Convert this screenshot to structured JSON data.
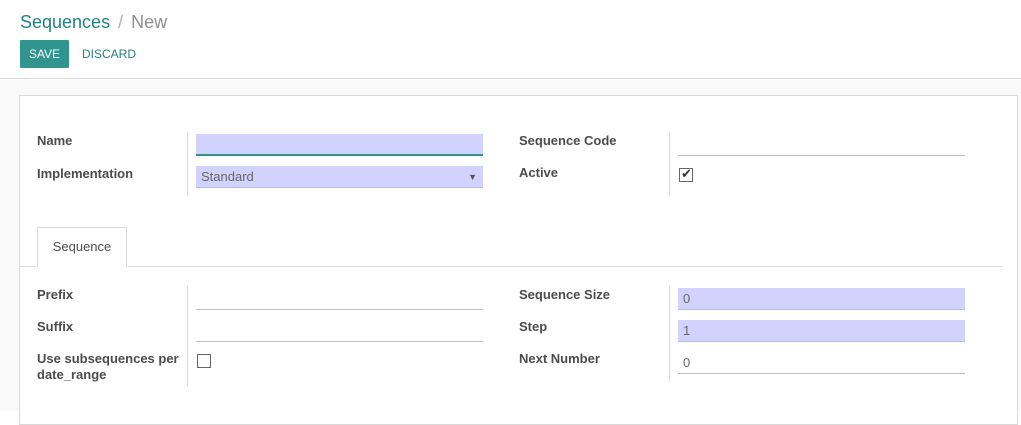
{
  "breadcrumb": {
    "parent": "Sequences",
    "separator": "/",
    "current": "New"
  },
  "toolbar": {
    "save_label": "SAVE",
    "discard_label": "DISCARD"
  },
  "form": {
    "name_label": "Name",
    "name_value": "",
    "implementation_label": "Implementation",
    "implementation_value": "Standard",
    "sequence_code_label": "Sequence Code",
    "sequence_code_value": "",
    "active_label": "Active",
    "active_checked": true
  },
  "tabs": [
    {
      "label": "Sequence"
    }
  ],
  "sequence_tab": {
    "prefix_label": "Prefix",
    "prefix_value": "",
    "suffix_label": "Suffix",
    "suffix_value": "",
    "use_subseq_label_line1": "Use subsequences per",
    "use_subseq_label_line2": "date_range",
    "use_subseq_checked": false,
    "size_label": "Sequence Size",
    "size_value": "0",
    "step_label": "Step",
    "step_value": "1",
    "next_label": "Next Number",
    "next_value": "0"
  },
  "colors": {
    "accent": "#30958f",
    "link": "#21827f",
    "required_bg": "#d2d2ff"
  },
  "icons": {
    "select_arrow": "caret-down-icon",
    "checkmark": "checkmark-icon"
  }
}
